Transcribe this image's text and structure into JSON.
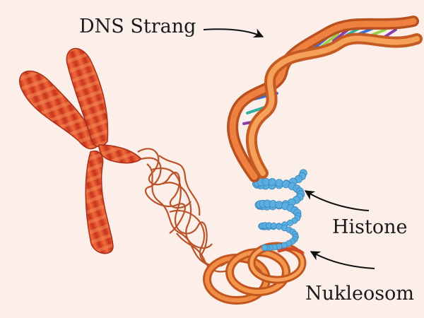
{
  "labels": {
    "dna_strand": "DNS Strang",
    "histone": "Histone",
    "nucleosome": "Nukleosom"
  },
  "colors": {
    "background": "#fcefea",
    "chromosome": "#d9472a",
    "chromosome_band": "#f07a45",
    "ribbon": "#e9762f",
    "ribbon_dark": "#b8501f",
    "histone_beads": "#5aaee0",
    "base_pair_colors": [
      "#8a3fa8",
      "#2fb0a2",
      "#3a6fd0",
      "#9ad04a"
    ],
    "arrow": "#111111"
  }
}
